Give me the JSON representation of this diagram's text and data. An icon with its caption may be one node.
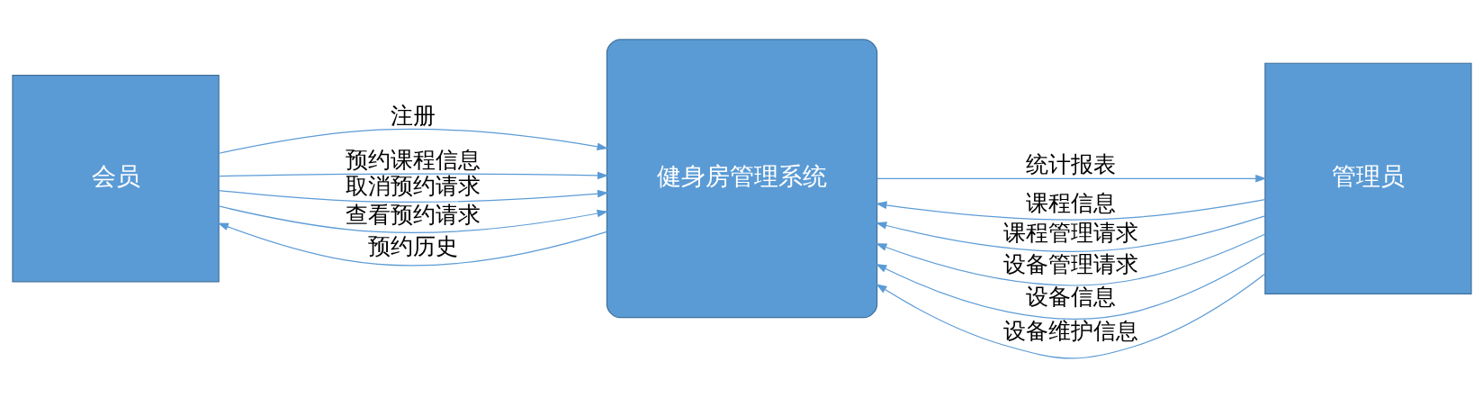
{
  "diagram": {
    "nodes": [
      {
        "text": [
          "会员"
        ]
      },
      {
        "text": [
          "健身房管理系统"
        ]
      },
      {
        "text": [
          "管理员"
        ]
      }
    ],
    "edges": [
      {
        "from": 0,
        "to": 1,
        "arrow": "to",
        "label": "注册"
      },
      {
        "from": 0,
        "to": 1,
        "arrow": "to",
        "label": "预约课程信息"
      },
      {
        "from": 0,
        "to": 1,
        "arrow": "to",
        "label": "取消预约请求"
      },
      {
        "from": 0,
        "to": 1,
        "arrow": "to",
        "label": "查看预约请求"
      },
      {
        "from": 1,
        "to": 0,
        "arrow": "to",
        "label": "预约历史"
      },
      {
        "from": 2,
        "to": 1,
        "arrow": "to",
        "label": "课程信息"
      },
      {
        "from": 2,
        "to": 1,
        "arrow": "to",
        "label": "课程管理请求"
      },
      {
        "from": 2,
        "to": 1,
        "arrow": "to",
        "label": "设备管理请求"
      },
      {
        "from": 2,
        "to": 1,
        "arrow": "to",
        "label": "设备信息"
      },
      {
        "from": 2,
        "to": 1,
        "arrow": "to",
        "label": "设备维护信息"
      },
      {
        "from": 1,
        "to": 2,
        "arrow": "to",
        "label": "统计报表"
      }
    ]
  }
}
